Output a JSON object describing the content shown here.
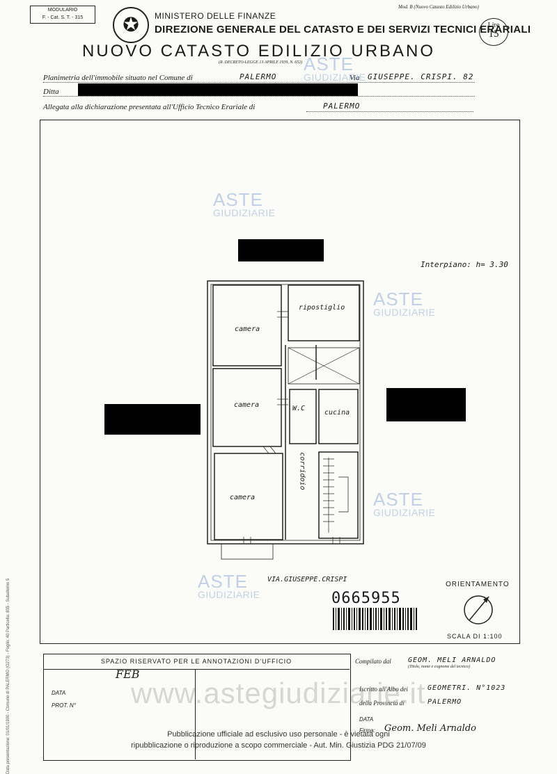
{
  "header": {
    "modulario": "MODULARIO",
    "modulario_code": "F. - Cat. S. T. - 315",
    "mod_b": "Mod. B (Nuovo Catasto Edilizio Urbano)",
    "ministry": "MINISTERO DELLE FINANZE",
    "direzione": "DIREZIONE GENERALE DEL CATASTO E DEI SERVIZI TECNICI ERARIALI",
    "title": "NUOVO CATASTO EDILIZIO URBANO",
    "decreto": "(R. DECRETO-LEGGE 13 APRILE 1939, N. 652)",
    "lire_label": "Lire",
    "lire_value": "15"
  },
  "fields": {
    "planimetria_label": "Planimetria dell'immobile situato nel Comune di",
    "comune": "PALERMO",
    "via_label": "Via",
    "via": "GIUSEPPE. CRISPI. 82",
    "ditta_label": "Ditta",
    "allegata_label": "Allegata alla dichiarazione presentata all'Ufficio Tecnico Erariale di",
    "ufficio": "PALERMO"
  },
  "plan": {
    "interpiano": "Interpiano: h= 3.30",
    "rooms": {
      "camera1": "camera",
      "camera2": "camera",
      "camera3": "camera",
      "ripostiglio": "ripostiglio",
      "wc": "W.C",
      "cucina": "cucina",
      "corridoio": "corridoio"
    },
    "street": "VIA.GIUSEPPE.CRISPI",
    "code": "0665955",
    "orientamento": "ORIENTAMENTO",
    "scala": "SCALA DI 1:100"
  },
  "annotations": {
    "title": "SPAZIO RISERVATO PER LE ANNOTAZIONI D'UFFICIO",
    "data_label": "DATA",
    "prot_label": "PROT. N°",
    "handwritten": "FEB"
  },
  "compiler": {
    "compilato_label": "Compilato dal",
    "name": "GEOM. MELI ARNALDO",
    "sub": "(Titolo, nome e cognome del tecnico)",
    "iscritto_label": "Iscritto all'Albo dei",
    "albo": "GEOMETRI. N°1023",
    "provincia_label": "della Provincia di",
    "provincia": "PALERMO",
    "data_label": "DATA",
    "firma_label": "Firma:",
    "signature": "Geom. Meli Arnaldo"
  },
  "watermarks": {
    "aste": "ASTE",
    "giudiziarie": "GIUDIZIARIE",
    "site": "www.astegiudiziarie.it"
  },
  "footer": {
    "line1": "Pubblicazione ufficiale ad esclusivo uso personale - è vietata ogni",
    "line2": "ripubblicazione o riproduzione a scopo commerciale - Aut. Min. Giustizia PDG 21/07/09"
  },
  "side_text": "Data presentazione: 01/01/1900 - Comune di PALERMO (G273) - Foglio: 40 Particella: 835 - Subalterno 5"
}
